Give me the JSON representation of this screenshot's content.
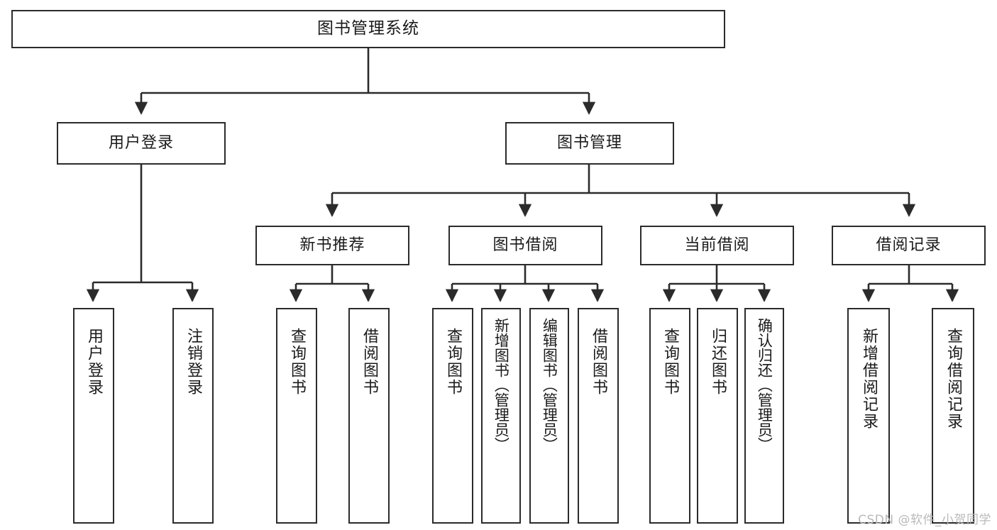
{
  "diagram": {
    "title": "图书管理系统",
    "type": "tree-hierarchy-diagram",
    "colors": {
      "box_border": "#2b2b2b",
      "box_fill": "#ffffff",
      "connector": "#2b2b2b",
      "background": "#ffffff",
      "watermark": "#b9b9b9"
    }
  },
  "root": {
    "label": "图书管理系统"
  },
  "level2": [
    {
      "label": "用户登录"
    },
    {
      "label": "图书管理"
    }
  ],
  "level3": [
    {
      "label": "新书推荐"
    },
    {
      "label": "图书借阅"
    },
    {
      "label": "当前借阅"
    },
    {
      "label": "借阅记录"
    }
  ],
  "leaves": {
    "user_login": [
      {
        "label": "用户登录"
      },
      {
        "label": "注销登录"
      }
    ],
    "new_book_recommend": [
      {
        "label": "查询图书"
      },
      {
        "label": "借阅图书"
      }
    ],
    "book_borrow": [
      {
        "label": "查询图书"
      },
      {
        "label": "新增图书（管理员）"
      },
      {
        "label": "编辑图书（管理员）"
      },
      {
        "label": "借阅图书"
      }
    ],
    "current_borrow": [
      {
        "label": "查询图书"
      },
      {
        "label": "归还图书"
      },
      {
        "label": "确认归还（管理员）"
      }
    ],
    "borrow_records": [
      {
        "label": "新增借阅记录"
      },
      {
        "label": "查询借阅记录"
      }
    ]
  },
  "watermark": {
    "text": "CSDN @软件_小贺同学"
  }
}
